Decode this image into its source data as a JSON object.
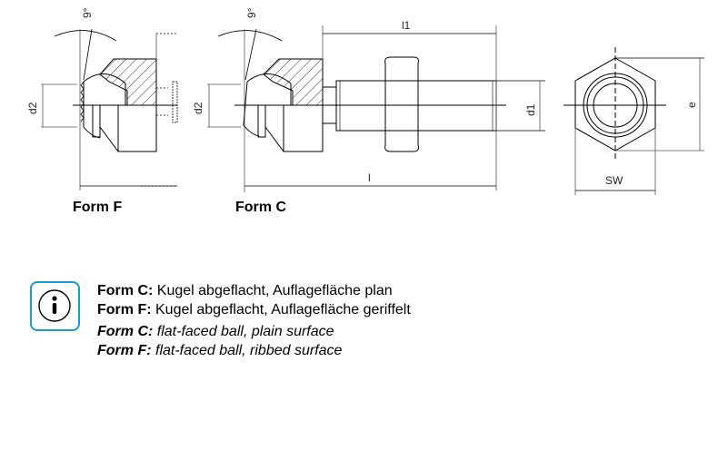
{
  "drawing": {
    "views": [
      {
        "id": "form-f",
        "caption": "Form F",
        "labels": {
          "angle": "9°",
          "d2": "d2"
        }
      },
      {
        "id": "form-c",
        "caption": "Form C",
        "labels": {
          "angle": "9°",
          "d2": "d2",
          "l1": "l1",
          "l": "l",
          "d1": "d1"
        }
      },
      {
        "id": "end-view",
        "labels": {
          "sw": "SW",
          "e": "e"
        }
      }
    ]
  },
  "info": {
    "icon": "info-icon",
    "accent_color": "#1a9ad6",
    "lines": [
      {
        "label": "Form C:",
        "text": " Kugel abgeflacht, Auflagefläche plan",
        "italic": false
      },
      {
        "label": "Form F:",
        "text": " Kugel abgeflacht, Auflagefläche geriffelt",
        "italic": false
      },
      {
        "label": "Form C:",
        "text": " flat-faced ball, plain surface",
        "italic": true
      },
      {
        "label": "Form F:",
        "text": " flat-faced ball, ribbed surface",
        "italic": true
      }
    ]
  }
}
